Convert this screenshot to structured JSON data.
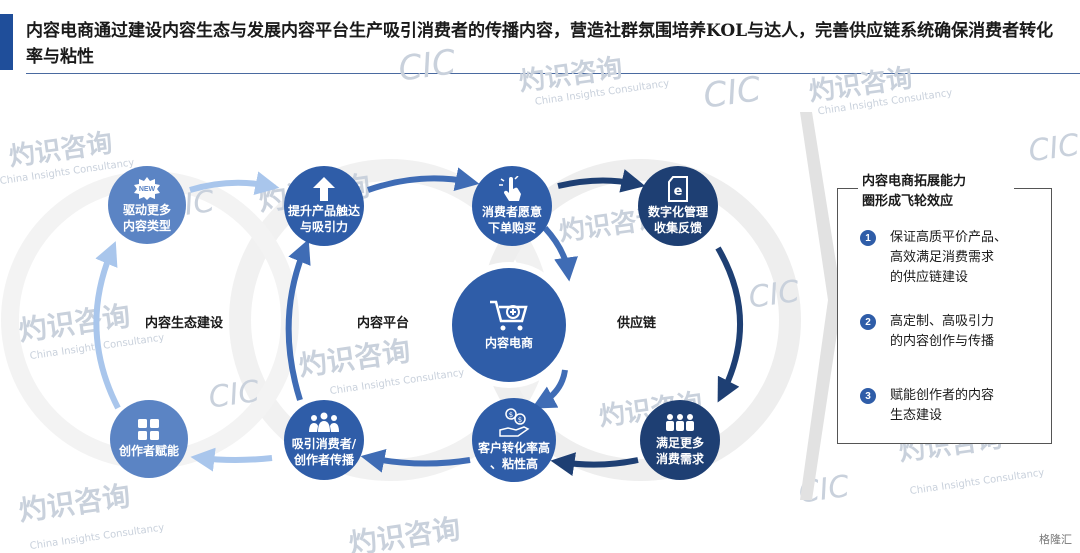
{
  "title": "内容电商通过建设内容生态与发展内容平台生产吸引消费者的传播内容，营造社群氛围培养KOL与达人，完善供应链系统确保消费者转化率与粘性",
  "watermark": {
    "cn": "灼识咨询",
    "en": "China Insights Consultancy",
    "logo": "CIC"
  },
  "sections": {
    "ecosystem": "内容生态建设",
    "platform": "内容平台",
    "supply_chain": "供应链"
  },
  "nodes": {
    "drive_content": {
      "label_l1": "驱动更多",
      "label_l2": "内容类型",
      "badge": "NEW",
      "icon": "new-badge-icon"
    },
    "enhance_product": {
      "label_l1": "提升产品触达",
      "label_l2": "与吸引力",
      "icon": "arrow-up-icon"
    },
    "consumer_buy": {
      "label_l1": "消费者愿意",
      "label_l2": "下单购买",
      "icon": "hand-pointer-icon"
    },
    "digital_mgmt": {
      "label_l1": "数字化管理",
      "label_l2": "收集反馈",
      "icon": "e-tag-icon"
    },
    "content_ecommerce": {
      "label_l1": "内容电商",
      "icon": "cart-icon"
    },
    "meet_demand": {
      "label_l1": "满足更多",
      "label_l2": "消费需求",
      "icon": "crowd-icon"
    },
    "conversion": {
      "label_l1": "客户转化率高",
      "label_l2": "、粘性高",
      "icon": "coin-hand-icon"
    },
    "attract_consumers": {
      "label_l1": "吸引消费者/",
      "label_l2": "创作者传播",
      "icon": "group-icon"
    },
    "empower_creators": {
      "label_l1": "创作者赋能",
      "icon": "grid-icon"
    }
  },
  "panel": {
    "title_l1": "内容电商拓展能力",
    "title_l2": "圈形成飞轮效应",
    "items": [
      {
        "num": "1",
        "lines": [
          "保证高质平价产品、",
          "高效满足消费需求",
          "的供应链建设"
        ]
      },
      {
        "num": "2",
        "lines": [
          "高定制、高吸引力",
          "的内容创作与传播"
        ]
      },
      {
        "num": "3",
        "lines": [
          "赋能创作者的内容",
          "生态建设"
        ]
      }
    ]
  },
  "brand": "格隆汇",
  "colors": {
    "dark_navy": "#1e3f73",
    "mid_blue": "#2f5da8",
    "light_blue": "#5b84c4",
    "pale_blue": "#8fb3e3",
    "accent": "#1f4e9a"
  }
}
